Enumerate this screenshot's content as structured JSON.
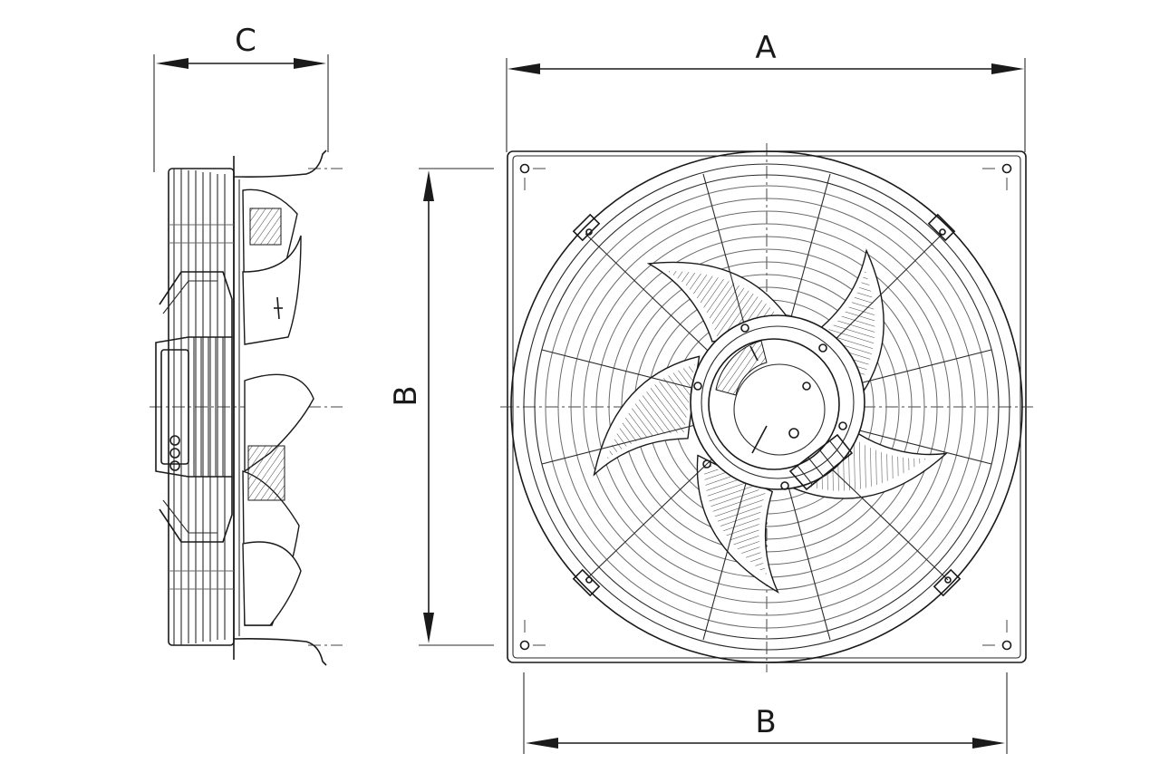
{
  "dimensions": {
    "a_label": "A",
    "b_vertical_label": "B",
    "b_horizontal_label": "B",
    "c_label": "C"
  },
  "colors": {
    "line": "#1a1a1a",
    "background": "#ffffff"
  }
}
